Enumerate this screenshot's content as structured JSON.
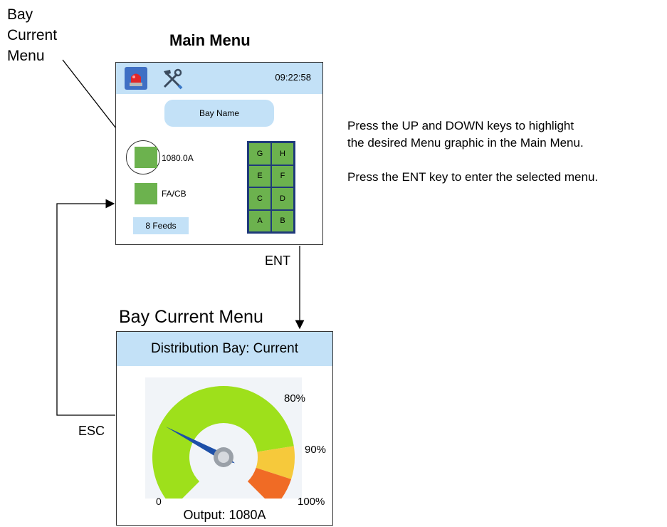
{
  "callout": {
    "line1": "Bay",
    "line2": "Current",
    "line3": "Menu"
  },
  "main_menu": {
    "title": "Main Menu",
    "clock": "09:22:58",
    "icons": [
      "alarm-light-icon",
      "tools-icon"
    ],
    "bay_name": "Bay Name",
    "bay_current_value": "1080.0A",
    "fa_cb_label": "FA/CB",
    "feeds_label": "8 Feeds",
    "feed_grid": [
      "G",
      "H",
      "E",
      "F",
      "C",
      "D",
      "A",
      "B"
    ]
  },
  "instructions": {
    "line1": "Press the UP and DOWN keys to highlight",
    "line2": "the desired Menu graphic in the Main Menu.",
    "line3": "Press the ENT key to enter the selected menu."
  },
  "keys": {
    "enter": "ENT",
    "escape": "ESC"
  },
  "bay_current_menu": {
    "title": "Bay Current Menu",
    "header": "Distribution Bay: Current",
    "gauge": {
      "label_0": "0",
      "label_80": "80%",
      "label_90": "90%",
      "label_100": "100%",
      "needle_fraction": 0.27,
      "colors": {
        "normal": "#9ee01b",
        "warning": "#f6c93b",
        "alarm": "#f06b25",
        "needle": "#1d4fa8"
      }
    },
    "output": "Output: 1080A"
  }
}
